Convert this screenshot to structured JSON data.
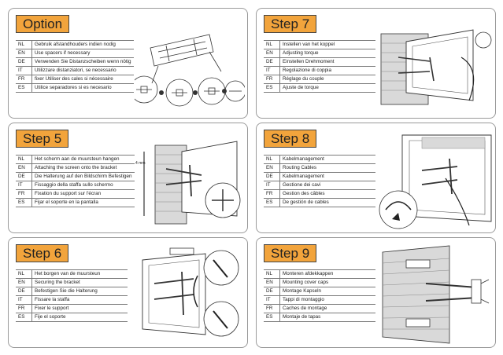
{
  "panels": {
    "option": {
      "title": "Option",
      "rows": [
        {
          "code": "NL",
          "text": "Gebruik afstandhouders indien nodig"
        },
        {
          "code": "EN",
          "text": "Use spacers if necessary"
        },
        {
          "code": "DE",
          "text": "Verwenden Sie Distanzscheiben wenn nötig"
        },
        {
          "code": "IT",
          "text": "Utilizzare distanziatori, se necessario"
        },
        {
          "code": "FR",
          "text": "fixer Utiliser des cales si nécessaire"
        },
        {
          "code": "ES",
          "text": "Utilice separadores si es necesario"
        }
      ]
    },
    "step7": {
      "title": "Step 7",
      "rows": [
        {
          "code": "NL",
          "text": "Instellen van het koppel"
        },
        {
          "code": "EN",
          "text": "Adjusting torque"
        },
        {
          "code": "DE",
          "text": "Einstellen Drehmoment"
        },
        {
          "code": "IT",
          "text": "Regolazione di coppia"
        },
        {
          "code": "FR",
          "text": "Réglage du couple"
        },
        {
          "code": "ES",
          "text": "Ajuste de torque"
        }
      ]
    },
    "step5": {
      "title": "Step 5",
      "rows": [
        {
          "code": "NL",
          "text": "Het scherm aan de muursteun hangen"
        },
        {
          "code": "EN",
          "text": "Attaching the screen onto the bracket"
        },
        {
          "code": "DE",
          "text": "Die Halterung auf den Bildschirm Befestigen"
        },
        {
          "code": "IT",
          "text": "Fissaggio della staffa sullo schermo"
        },
        {
          "code": "FR",
          "text": "Fixation du support sur l'écran"
        },
        {
          "code": "ES",
          "text": "Fijar el soporte en la pantalla"
        }
      ],
      "dimension": "4 mm"
    },
    "step8": {
      "title": "Step 8",
      "rows": [
        {
          "code": "NL",
          "text": "Kabelmanagement"
        },
        {
          "code": "EN",
          "text": "Routing Cables"
        },
        {
          "code": "DE",
          "text": "Kabelmanagement"
        },
        {
          "code": "IT",
          "text": "Gestione dei cavi"
        },
        {
          "code": "FR",
          "text": "Gestion des câbles"
        },
        {
          "code": "ES",
          "text": "De gestión de cables"
        }
      ]
    },
    "step6": {
      "title": "Step 6",
      "rows": [
        {
          "code": "NL",
          "text": "Het borgen van de muursteun"
        },
        {
          "code": "EN",
          "text": "Securing the bracket"
        },
        {
          "code": "DE",
          "text": "Befestigen Sie die Halterung"
        },
        {
          "code": "IT",
          "text": "Fissare la staffa"
        },
        {
          "code": "FR",
          "text": "Fixer le support"
        },
        {
          "code": "ES",
          "text": "Fije el soporte"
        }
      ]
    },
    "step9": {
      "title": "Step 9",
      "rows": [
        {
          "code": "NL",
          "text": "Monteren afdekkappen"
        },
        {
          "code": "EN",
          "text": "Mounting cover caps"
        },
        {
          "code": "DE",
          "text": "Montage Kapseln"
        },
        {
          "code": "IT",
          "text": "Tappi di montaggio"
        },
        {
          "code": "FR",
          "text": "Caches de montage"
        },
        {
          "code": "ES",
          "text": "Montaje de tapas"
        }
      ]
    }
  },
  "colors": {
    "title_bg": "#f2a43c",
    "border": "#9a9a9a",
    "brick": "#d9d9d9"
  }
}
